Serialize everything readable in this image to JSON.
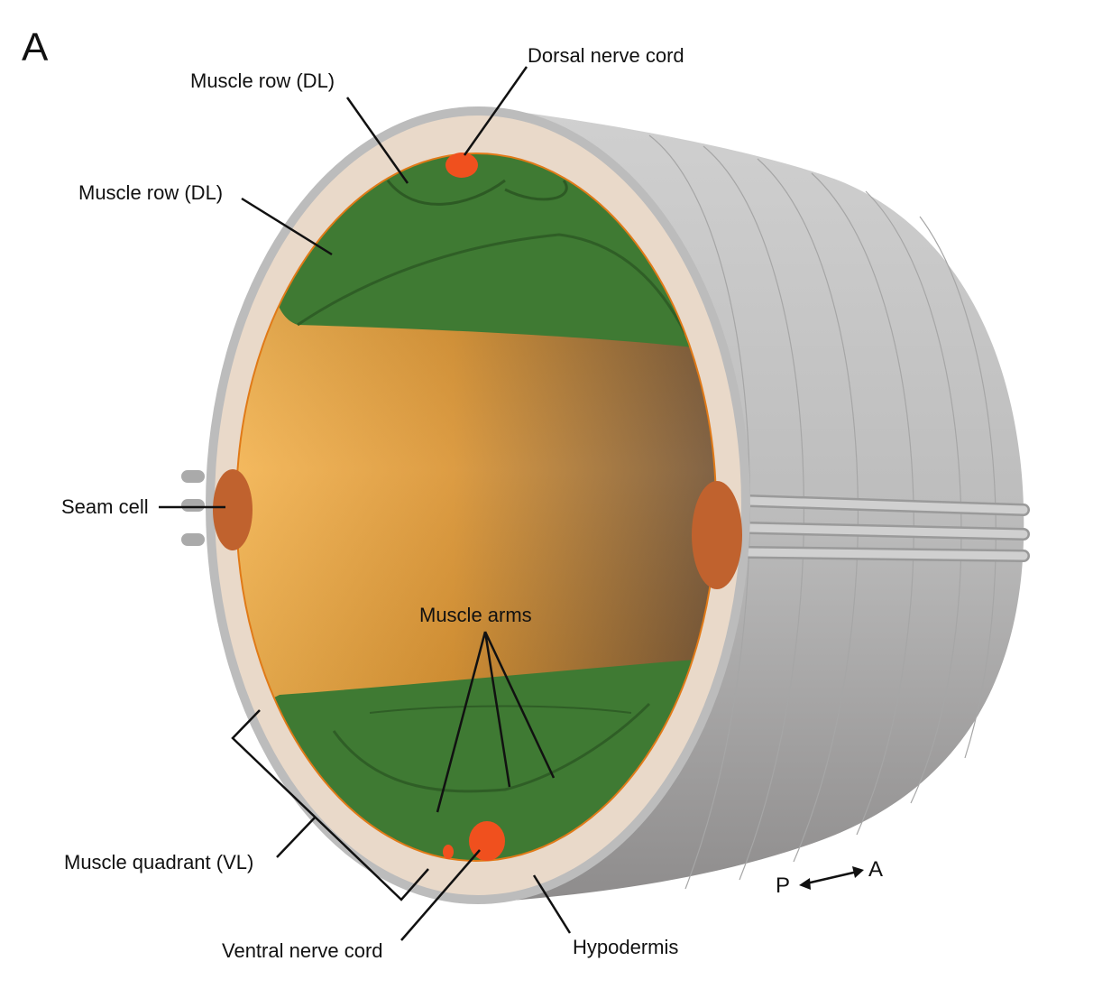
{
  "panel_letter": "A",
  "labels": {
    "dorsal_nerve_cord": "Dorsal nerve cord",
    "muscle_row_dl_1": "Muscle row (DL)",
    "muscle_row_dl_2": "Muscle row (DL)",
    "seam_cell": "Seam cell",
    "muscle_arms": "Muscle arms",
    "muscle_quadrant_vl": "Muscle quadrant (VL)",
    "ventral_nerve_cord": "Ventral nerve cord",
    "hypodermis": "Hypodermis"
  },
  "axis": {
    "posterior": "P",
    "anterior": "A"
  },
  "colors": {
    "cuticle": "#b9b9b9",
    "hypodermis": "#e8d8c8",
    "muscle": "#3f7a33",
    "cavity": "#e9a030",
    "nerve_cord": "#f0501e",
    "seam_cell": "#c0622e"
  }
}
